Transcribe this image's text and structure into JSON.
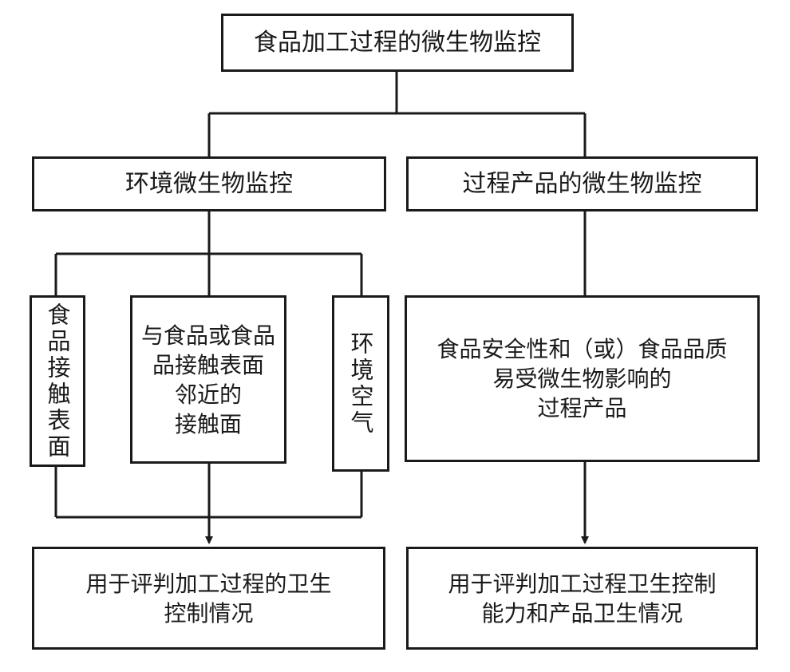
{
  "nodes": {
    "root": "食品加工过程的微生物监控",
    "env": "环境微生物监控",
    "proc": "过程产品的微生物监控",
    "food_contact": "食品接触表面",
    "adjacent": "与食品或食品\n品接触表面\n邻近的\n接触面",
    "air": "环境空气",
    "products": "食品安全性和（或）食品品质\n易受微生物影响的\n过程产品",
    "out_left": "用于评判加工过程的卫生\n控制情况",
    "out_right": "用于评判加工过程卫生控制\n能力和产品卫生情况"
  }
}
